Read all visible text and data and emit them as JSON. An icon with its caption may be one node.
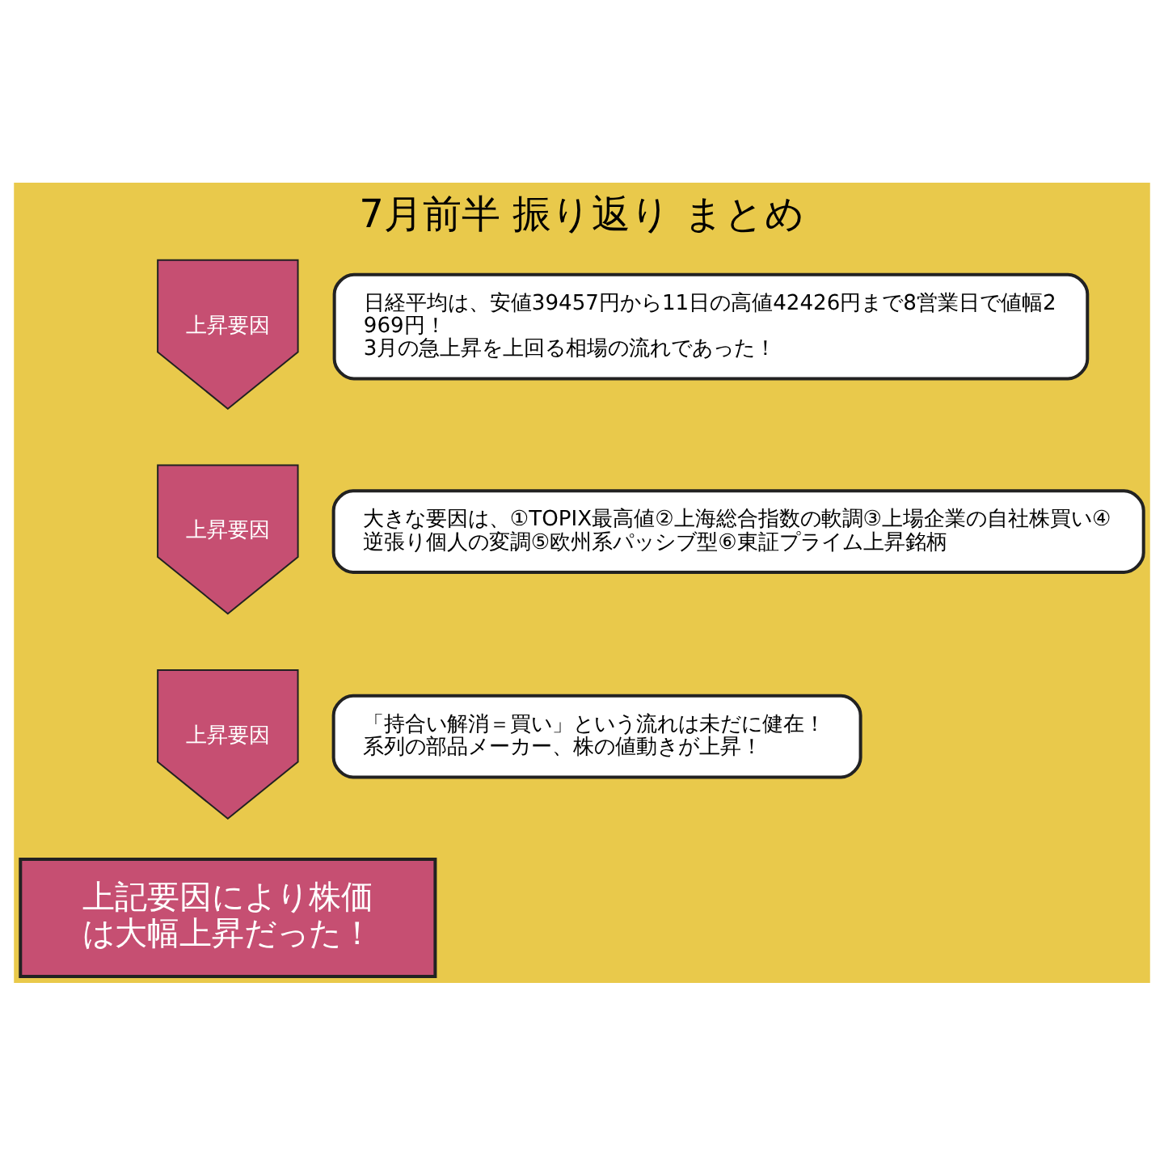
{
  "diagram": {
    "title": "7月前半 振り返り まとめ",
    "nodes": [
      {
        "text": [
          "上昇要因"
        ]
      },
      {
        "text": [
          "日経平均は、安値39457円から11日の高値42426円まで8営業日で値幅2969円！",
          "3月の急上昇を上回る相場の流れであった！"
        ]
      },
      {
        "text": [
          "上昇要因"
        ]
      },
      {
        "text": [
          "大きな要因は、①TOPIX最高値②上海総合指数の軟調③上場企業の自社株買い④逆張り個人の変調⑤欧州系パッシブ型⑥東証プライム上昇銘柄"
        ]
      },
      {
        "text": [
          "上昇要因"
        ]
      },
      {
        "text": [
          "「持合い解消＝買い」という流れは未だに健在！",
          "系列の部品メーカー、株の値動きが上昇！"
        ]
      },
      {
        "text": [
          "上記要因により株価は大幅上昇だった！"
        ]
      }
    ],
    "edges": []
  }
}
